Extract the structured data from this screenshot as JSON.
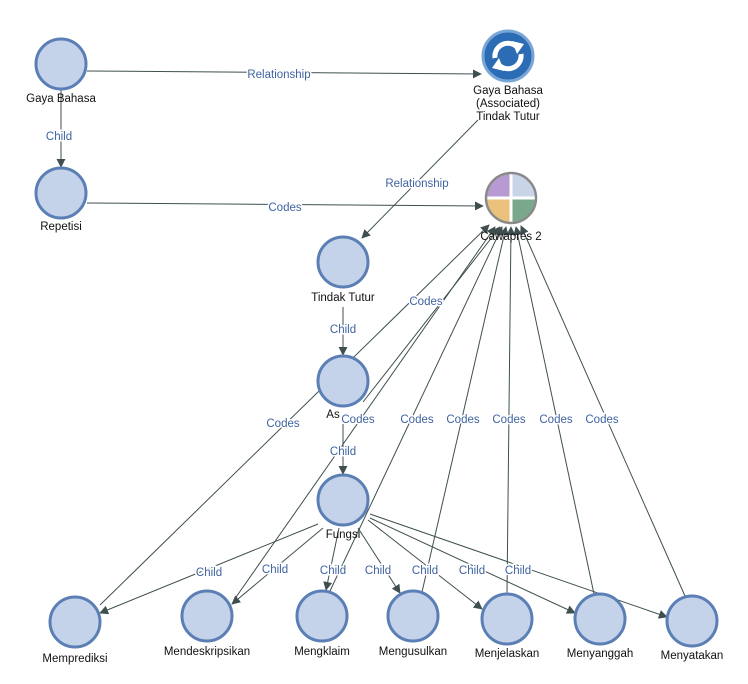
{
  "nodes": [
    {
      "id": "gaya_bahasa",
      "label": "Gaya Bahasa",
      "kind": "node"
    },
    {
      "id": "gb_assoc",
      "label_lines": [
        "Gaya Bahasa",
        "(Associated)",
        "Tindak Tutur"
      ],
      "kind": "relationship",
      "icon": "refresh-arrows-icon"
    },
    {
      "id": "repetisi",
      "label": "Repetisi",
      "kind": "node"
    },
    {
      "id": "cawapres2",
      "label": "Cawapres 2",
      "kind": "case",
      "icon": "quadrant-pie-icon",
      "quadrant_colors": [
        "#b69ad1",
        "#c8d5e8",
        "#eac27c",
        "#79a88c"
      ]
    },
    {
      "id": "tindak_tutur",
      "label": "Tindak Tutur",
      "kind": "node"
    },
    {
      "id": "as",
      "label": "As",
      "kind": "node"
    },
    {
      "id": "fungsi",
      "label": "Fungsi",
      "kind": "node"
    },
    {
      "id": "memprediksi",
      "label": "Memprediksi",
      "kind": "node"
    },
    {
      "id": "mendeskripsikan",
      "label": "Mendeskripsikan",
      "kind": "node"
    },
    {
      "id": "mengklaim",
      "label": "Mengklaim",
      "kind": "node"
    },
    {
      "id": "mengusulkan",
      "label": "Mengusulkan",
      "kind": "node"
    },
    {
      "id": "menjelaskan",
      "label": "Menjelaskan",
      "kind": "node"
    },
    {
      "id": "menyanggah",
      "label": "Menyanggah",
      "kind": "node"
    },
    {
      "id": "menyatakan",
      "label": "Menyatakan",
      "kind": "node"
    }
  ],
  "edges": [
    {
      "from": "gaya_bahasa",
      "to": "gb_assoc",
      "label": "Relationship"
    },
    {
      "from": "gaya_bahasa",
      "to": "repetisi",
      "label": "Child"
    },
    {
      "from": "repetisi",
      "to": "cawapres2",
      "label": "Codes"
    },
    {
      "from": "gb_assoc",
      "to": "tindak_tutur",
      "label": "Relationship"
    },
    {
      "from": "tindak_tutur",
      "to": "as",
      "label": "Child"
    },
    {
      "from": "as",
      "to": "cawapres2",
      "label": "Codes"
    },
    {
      "from": "as",
      "to": "fungsi",
      "label": "Child"
    },
    {
      "from": "fungsi",
      "to": "memprediksi",
      "label": "Child"
    },
    {
      "from": "fungsi",
      "to": "mendeskripsikan",
      "label": "Child"
    },
    {
      "from": "fungsi",
      "to": "mengklaim",
      "label": "Child"
    },
    {
      "from": "fungsi",
      "to": "mengusulkan",
      "label": "Child"
    },
    {
      "from": "fungsi",
      "to": "menjelaskan",
      "label": "Child"
    },
    {
      "from": "fungsi",
      "to": "menyanggah",
      "label": "Child"
    },
    {
      "from": "fungsi",
      "to": "menyatakan",
      "label": "Child"
    },
    {
      "from": "memprediksi",
      "to": "cawapres2",
      "label": "Codes"
    },
    {
      "from": "mendeskripsikan",
      "to": "cawapres2",
      "label": "Codes"
    },
    {
      "from": "mengklaim",
      "to": "cawapres2",
      "label": "Codes"
    },
    {
      "from": "mengusulkan",
      "to": "cawapres2",
      "label": "Codes"
    },
    {
      "from": "menjelaskan",
      "to": "cawapres2",
      "label": "Codes"
    },
    {
      "from": "menyanggah",
      "to": "cawapres2",
      "label": "Codes"
    },
    {
      "from": "menyatakan",
      "to": "cawapres2",
      "label": "Codes"
    }
  ]
}
